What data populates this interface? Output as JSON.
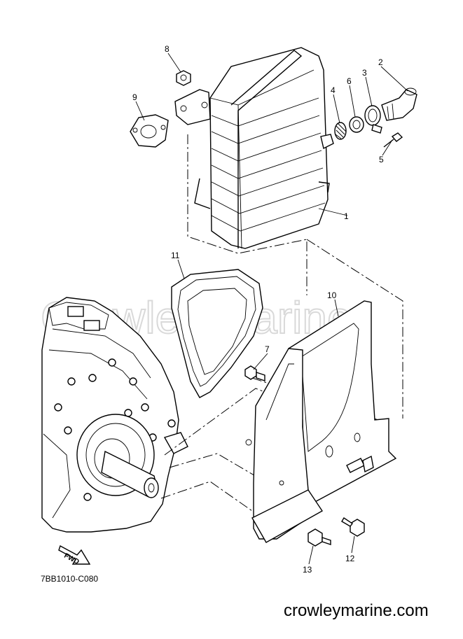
{
  "watermark": "Crowley Marine",
  "footer": {
    "site": "crowleymarine.com",
    "diagram_code": "7BB1010-C080"
  },
  "fwd_label": "FWD",
  "callouts": [
    {
      "id": "p1",
      "text": "1"
    },
    {
      "id": "p2",
      "text": "2"
    },
    {
      "id": "p3",
      "text": "3"
    },
    {
      "id": "p4",
      "text": "4"
    },
    {
      "id": "p5",
      "text": "5"
    },
    {
      "id": "p6",
      "text": "6"
    },
    {
      "id": "p7",
      "text": "7"
    },
    {
      "id": "p8",
      "text": "8"
    },
    {
      "id": "p9",
      "text": "9"
    },
    {
      "id": "p10",
      "text": "10"
    },
    {
      "id": "p11",
      "text": "11"
    },
    {
      "id": "p12",
      "text": "12"
    },
    {
      "id": "p13",
      "text": "13"
    }
  ]
}
